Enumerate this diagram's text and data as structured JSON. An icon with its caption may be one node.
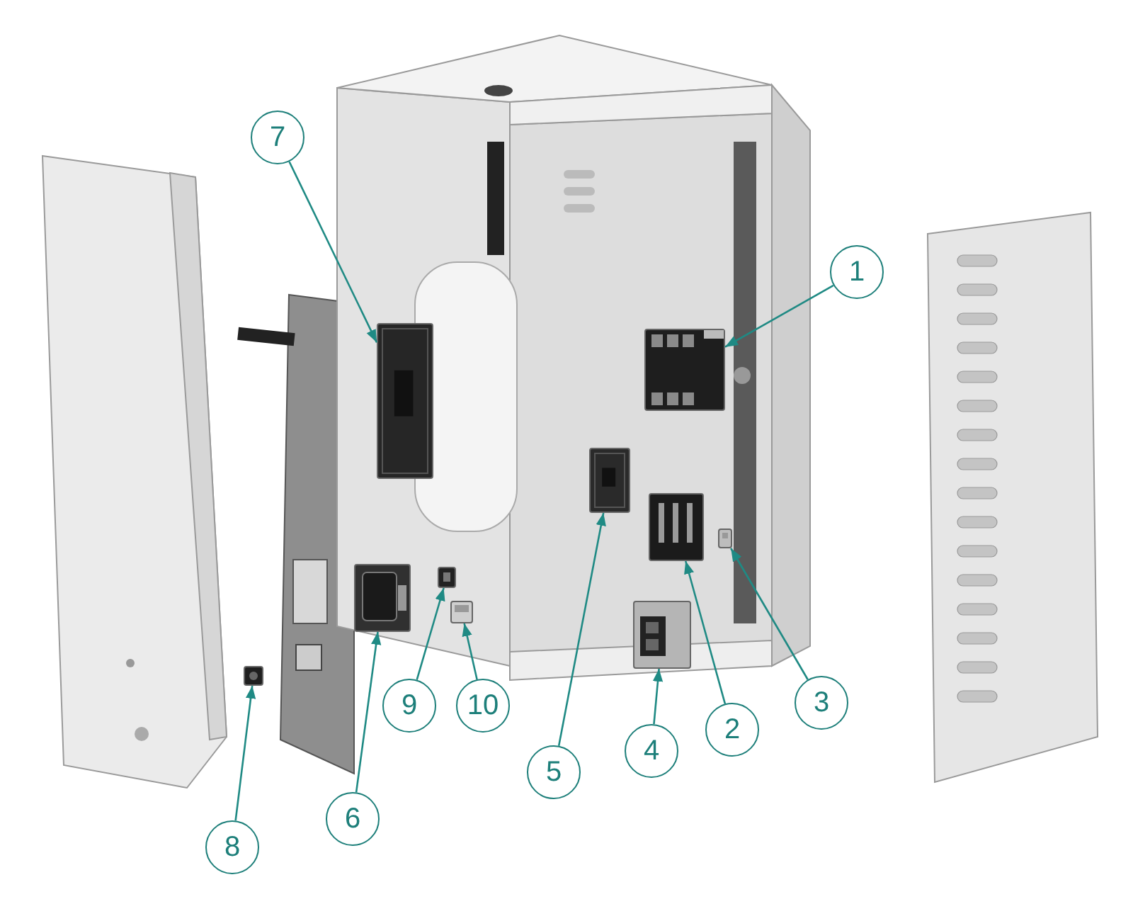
{
  "diagram": {
    "nodes": [
      {
        "text": [
          "1"
        ]
      },
      {
        "text": [
          "2"
        ]
      },
      {
        "text": [
          "3"
        ]
      },
      {
        "text": [
          "4"
        ]
      },
      {
        "text": [
          "5"
        ]
      },
      {
        "text": [
          "6"
        ]
      },
      {
        "text": [
          "7"
        ]
      },
      {
        "text": [
          "8"
        ]
      },
      {
        "text": [
          "9"
        ]
      },
      {
        "text": [
          "10"
        ]
      },
      {
        "text": [],
        "shape": "picture"
      },
      {
        "text": [],
        "shape": "picture"
      },
      {
        "text": [],
        "shape": "picture"
      },
      {
        "text": [],
        "shape": "picture"
      },
      {
        "text": [],
        "shape": "picture"
      },
      {
        "text": [],
        "shape": "picture"
      },
      {
        "text": [],
        "shape": "picture"
      },
      {
        "text": [],
        "shape": "picture"
      },
      {
        "text": [],
        "shape": "picture"
      },
      {
        "text": [],
        "shape": "picture"
      }
    ],
    "edges": [
      {
        "from": 0,
        "to": 10,
        "arrow": "to"
      },
      {
        "from": 1,
        "to": 11,
        "arrow": "to"
      },
      {
        "from": 2,
        "to": 12,
        "arrow": "to"
      },
      {
        "from": 3,
        "to": 13,
        "arrow": "to"
      },
      {
        "from": 4,
        "to": 14,
        "arrow": "to"
      },
      {
        "from": 5,
        "to": 15,
        "arrow": "to"
      },
      {
        "from": 6,
        "to": 16,
        "arrow": "to"
      },
      {
        "from": 7,
        "to": 17,
        "arrow": "to"
      },
      {
        "from": 8,
        "to": 18,
        "arrow": "to"
      },
      {
        "from": 9,
        "to": 19,
        "arrow": "to"
      }
    ]
  }
}
